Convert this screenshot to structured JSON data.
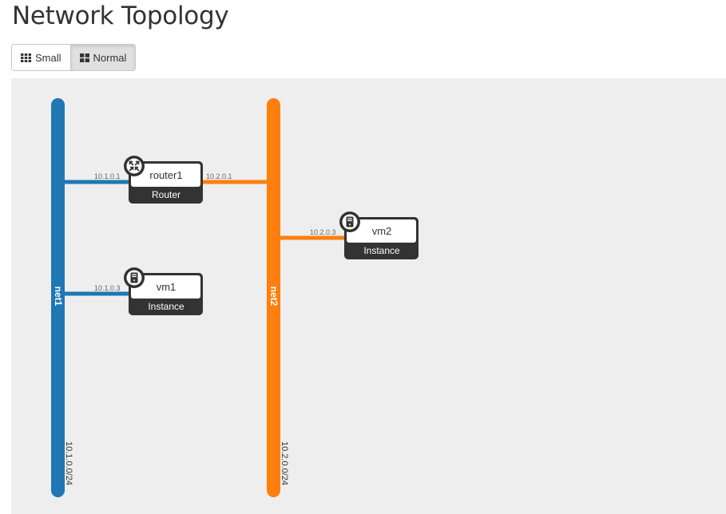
{
  "page": {
    "title": "Network Topology"
  },
  "view_toggle": {
    "small_label": "Small",
    "normal_label": "Normal",
    "selected": "Normal"
  },
  "topology": {
    "networks": [
      {
        "id": "net1",
        "name": "net1",
        "cidr": "10.1.0.0/24",
        "color": "#1f77b4"
      },
      {
        "id": "net2",
        "name": "net2",
        "cidr": "10.2.0.0/24",
        "color": "#ff7f0e"
      }
    ],
    "nodes": [
      {
        "id": "router1",
        "name": "router1",
        "type": "Router",
        "icon": "router-icon"
      },
      {
        "id": "vm1",
        "name": "vm1",
        "type": "Instance",
        "icon": "instance-icon"
      },
      {
        "id": "vm2",
        "name": "vm2",
        "type": "Instance",
        "icon": "instance-icon"
      }
    ],
    "ports": [
      {
        "node": "router1",
        "network": "net1",
        "ip": "10.1.0.1"
      },
      {
        "node": "router1",
        "network": "net2",
        "ip": "10.2.0.1"
      },
      {
        "node": "vm1",
        "network": "net1",
        "ip": "10.1.0.3"
      },
      {
        "node": "vm2",
        "network": "net2",
        "ip": "10.2.0.3"
      }
    ]
  }
}
